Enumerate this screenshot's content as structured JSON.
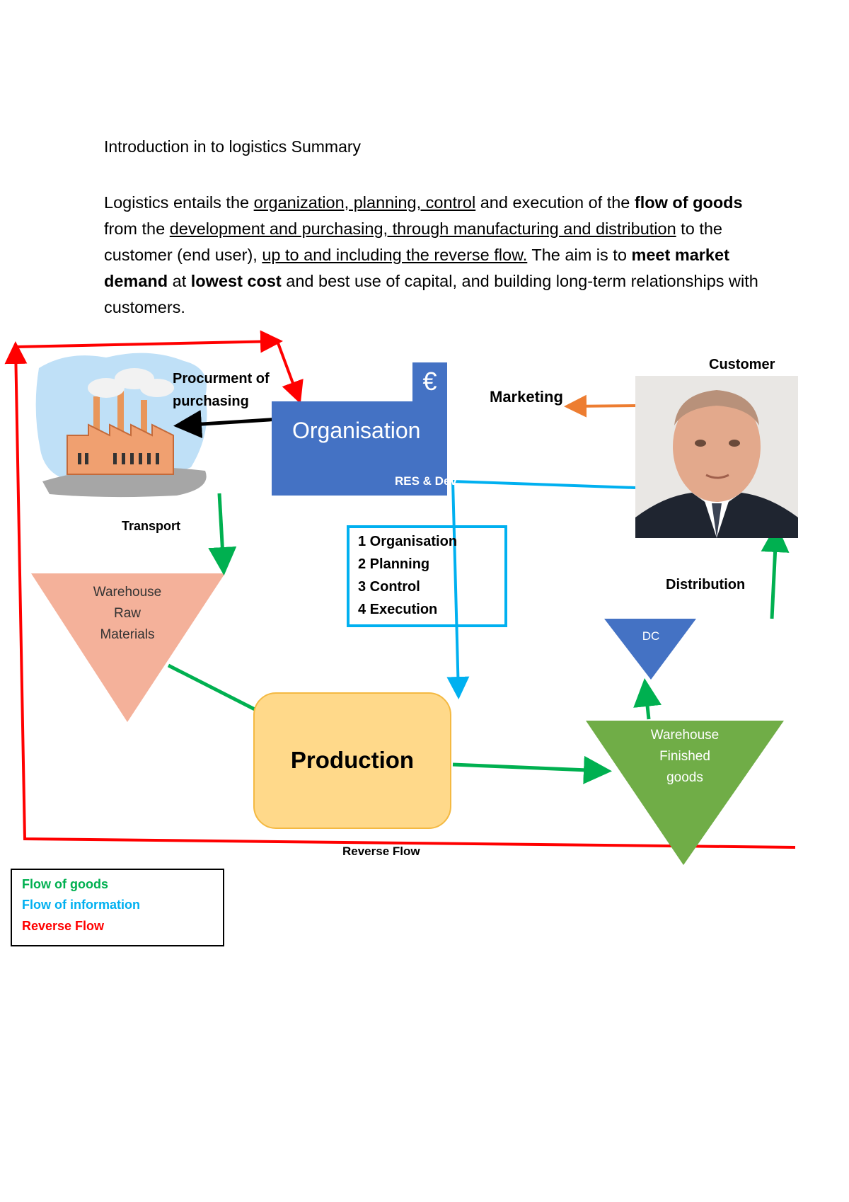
{
  "document": {
    "title": "Introduction in to logistics Summary",
    "intro": {
      "p1": "Logistics entails the ",
      "u1": "organization, planning, control",
      "p2": " and execution of the ",
      "b1": "flow of goods",
      "p3": " from the ",
      "u2": "development and purchasing, through manufacturing and distribution",
      "p4": " to the customer (end user), ",
      "u3": "up to and including the reverse flow.",
      "p5": " The aim is to ",
      "b2": "meet market demand",
      "p6": " at ",
      "b3": "lowest cost",
      "p7": " and best use of capital, and building long-term relationships with customers."
    }
  },
  "diagram": {
    "procurement_label_1": "Procurment of",
    "procurement_label_2": "purchasing",
    "transport_label": "Transport",
    "organisation": {
      "label": "Organisation",
      "currency_symbol": "€",
      "res_label": "RES & Dev"
    },
    "marketing_label": "Marketing",
    "customer_label": "Customer",
    "distribution_label": "Distribution",
    "steps": [
      "1 Organisation",
      "2 Planning",
      "3 Control",
      "4 Execution"
    ],
    "warehouse_raw": [
      "Warehouse",
      "Raw",
      "Materials"
    ],
    "production_label": "Production",
    "dc_label": "DC",
    "warehouse_finished": [
      "Warehouse",
      "Finished",
      "goods"
    ],
    "reverse_flow_label": "Reverse Flow"
  },
  "legend": {
    "goods": "Flow of goods",
    "information": "Flow of information",
    "reverse": "Reverse Flow"
  },
  "colors": {
    "goods": "#00b050",
    "information": "#00b0f0",
    "reverse": "#ff0000",
    "marketing": "#ed7d31",
    "organisation": "#4472c4",
    "production_fill": "#ffd98a",
    "raw_warehouse": "#f4b19a",
    "finished_warehouse": "#70ad47",
    "dc": "#4472c4"
  },
  "icons": [
    "factory-icon",
    "euro-icon",
    "customer-photo"
  ]
}
